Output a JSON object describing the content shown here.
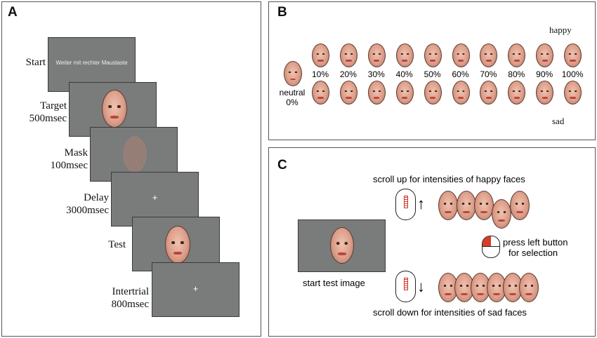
{
  "panels": {
    "a": "A",
    "b": "B",
    "c": "C"
  },
  "sequence": {
    "start_label": "Start",
    "start_screen_text": "Weiter mit rechter Maustaste",
    "target_label": "Target",
    "target_time": "500msec",
    "mask_label": "Mask",
    "mask_time": "100msec",
    "delay_label": "Delay",
    "delay_time": "3000msec",
    "fixation_symbol": "+",
    "test_label": "Test",
    "intertrial_label": "Intertrial",
    "intertrial_time": "800msec"
  },
  "morph": {
    "happy_label": "happy",
    "sad_label": "sad",
    "neutral_label": "neutral",
    "neutral_pct": "0%",
    "percentages": [
      "10%",
      "20%",
      "30%",
      "40%",
      "50%",
      "60%",
      "70%",
      "80%",
      "90%",
      "100%"
    ]
  },
  "procedure": {
    "scroll_up_text": "scroll up for intensities of happy faces",
    "scroll_down_text": "scroll down for intensities of sad faces",
    "press_line1": "press left button",
    "press_line2": "for selection",
    "start_image_text": "start test image",
    "up_arrow": "↑",
    "down_arrow": "↓"
  },
  "colors": {
    "screen_gray": "#7a7b7b",
    "lips_red": "#b8443e",
    "mouse_button_red": "#d93a2a"
  }
}
